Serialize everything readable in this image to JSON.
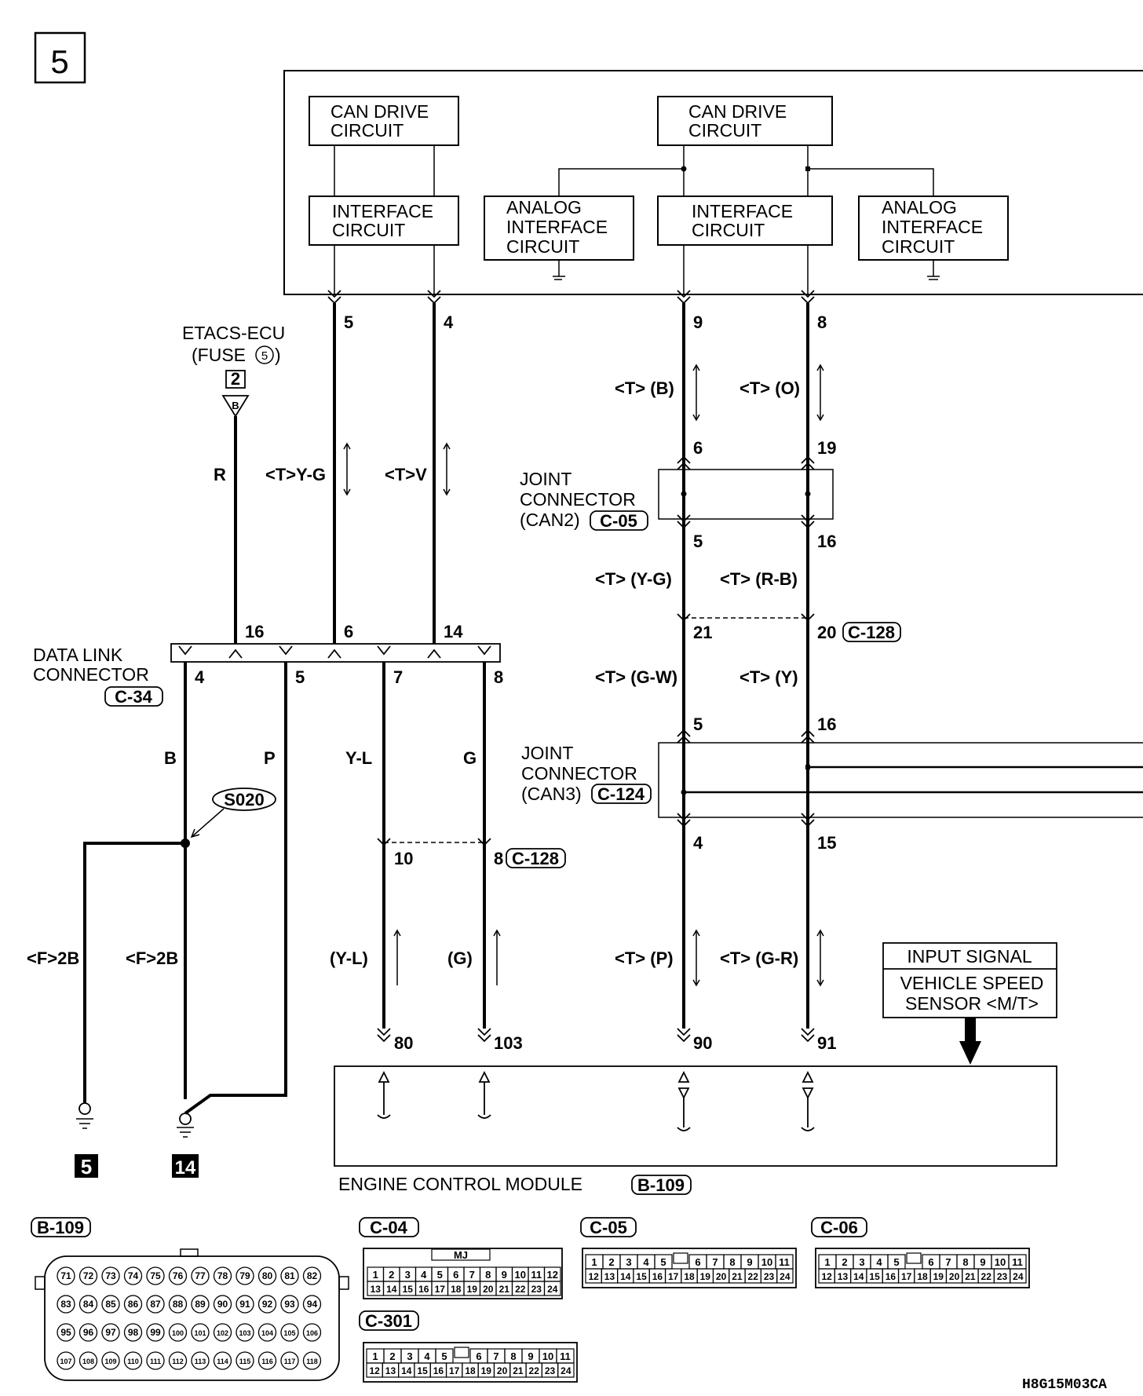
{
  "sheet": {
    "number": "5",
    "code": "H8G15M03CA"
  },
  "blocks": {
    "can_drive_1": [
      "CAN DRIVE",
      "CIRCUIT"
    ],
    "can_drive_2": [
      "CAN DRIVE",
      "CIRCUIT"
    ],
    "interface_1": [
      "INTERFACE",
      "CIRCUIT"
    ],
    "interface_2": [
      "INTERFACE",
      "CIRCUIT"
    ],
    "analog_1": [
      "ANALOG",
      "INTERFACE",
      "CIRCUIT"
    ],
    "analog_2": [
      "ANALOG",
      "INTERFACE",
      "CIRCUIT"
    ]
  },
  "etacs": {
    "line1": "ETACS-ECU",
    "line2": "(FUSE",
    "fuse_no": "5",
    "line2_end": ")",
    "terminal": "2",
    "connector_letter": "B"
  },
  "pins": {
    "ecu_5": "5",
    "ecu_4": "4",
    "ecu_9": "9",
    "ecu_8": "8",
    "jc2_6": "6",
    "jc2_19": "19",
    "jc2_5": "5",
    "jc2_16": "16",
    "c128_21": "21",
    "c128_20": "20",
    "jc3_5": "5",
    "jc3_16": "16",
    "jc3_4": "4",
    "jc3_15": "15",
    "dlc_16": "16",
    "dlc_6": "6",
    "dlc_14": "14",
    "dlc_4": "4",
    "dlc_5": "5",
    "dlc_7": "7",
    "dlc_8": "8",
    "c128_10": "10",
    "c128_8": "8",
    "ecm_80": "80",
    "ecm_103": "103",
    "ecm_90": "90",
    "ecm_91": "91"
  },
  "wires": {
    "r": "R",
    "ty_g": "<T>Y-G",
    "tv": "<T>V",
    "t_b": "<T> (B)",
    "t_o": "<T> (O)",
    "t_yg": "<T> (Y-G)",
    "t_rb": "<T> (R-B)",
    "t_gw": "<T> (G-W)",
    "t_y": "<T> (Y)",
    "b": "B",
    "p": "P",
    "yl": "Y-L",
    "g": "G",
    "f2b_1": "<F>2B",
    "f2b_2": "<F>2B",
    "yl_paren": "(Y-L)",
    "g_paren": "(G)",
    "t_p": "<T> (P)",
    "t_gr": "<T> (G-R)"
  },
  "connectors": {
    "jc_can2": [
      "JOINT",
      "CONNECTOR",
      "(CAN2)"
    ],
    "jc_can2_id": "C-05",
    "jc_can3": [
      "JOINT",
      "CONNECTOR",
      "(CAN3)"
    ],
    "jc_can3_id": "C-124",
    "c128": "C-128",
    "c128_b": "C-128",
    "dlc": [
      "DATA LINK",
      "CONNECTOR"
    ],
    "dlc_id": "C-34",
    "splice": "S020",
    "ground_5": "5",
    "ground_14": "14"
  },
  "input_signal": {
    "title": "INPUT SIGNAL",
    "line1": "VEHICLE SPEED",
    "line2": "SENSOR <M/T>"
  },
  "ecm": {
    "label": "ENGINE CONTROL MODULE",
    "id": "B-109"
  },
  "faces": {
    "b109": "B-109",
    "b109_rows": [
      [
        "71",
        "72",
        "73",
        "74",
        "75",
        "76",
        "77",
        "78",
        "79",
        "80",
        "81",
        "82"
      ],
      [
        "83",
        "84",
        "85",
        "86",
        "87",
        "88",
        "89",
        "90",
        "91",
        "92",
        "93",
        "94"
      ],
      [
        "95",
        "96",
        "97",
        "98",
        "99",
        "100",
        "101",
        "102",
        "103",
        "104",
        "105",
        "106"
      ],
      [
        "107",
        "108",
        "109",
        "110",
        "111",
        "112",
        "113",
        "114",
        "115",
        "116",
        "117",
        "118"
      ]
    ],
    "c04": "C-04",
    "c04_mark": "MJ",
    "c04_row1": [
      "1",
      "2",
      "3",
      "4",
      "5",
      "6",
      "7",
      "8",
      "9",
      "10",
      "11",
      "12"
    ],
    "c04_row2": [
      "13",
      "14",
      "15",
      "16",
      "17",
      "18",
      "19",
      "20",
      "21",
      "22",
      "23",
      "24"
    ],
    "c05": "C-05",
    "c06": "C-06",
    "c301": "C-301",
    "std_row1": [
      "1",
      "2",
      "3",
      "4",
      "5",
      "",
      "6",
      "7",
      "8",
      "9",
      "10",
      "11"
    ],
    "std_row2": [
      "12",
      "13",
      "14",
      "15",
      "16",
      "17",
      "18",
      "19",
      "20",
      "21",
      "22",
      "23",
      "24"
    ]
  }
}
